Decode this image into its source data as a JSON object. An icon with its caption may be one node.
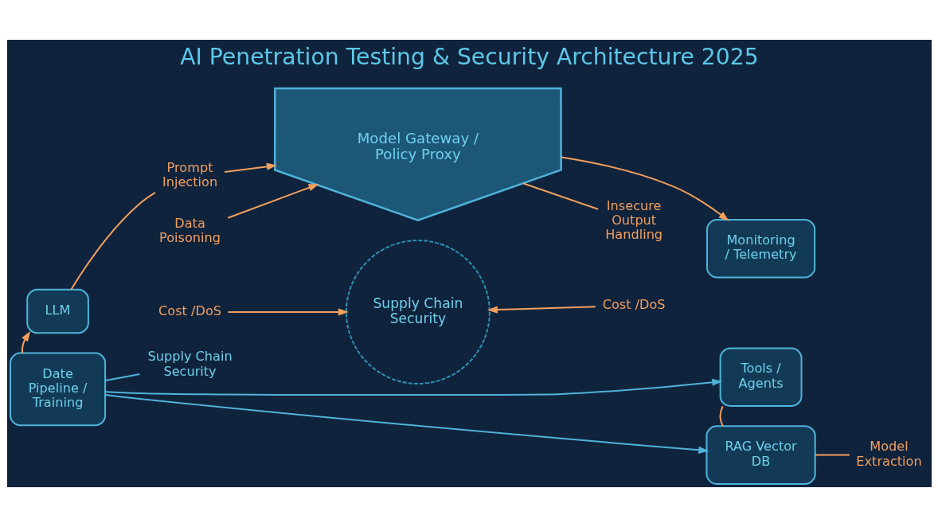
{
  "diagram": {
    "title": "AI Penetration Testing & Security Architecture 2025",
    "nodes": [
      {
        "text": [
          "LLM"
        ]
      },
      {
        "text": [
          "Prompt Injection"
        ]
      },
      {
        "text": [
          "Model Gateway / Policy Proxy"
        ]
      },
      {
        "text": [
          "Monitoring / Telemetry"
        ]
      },
      {
        "text": [
          "Data Poisoning"
        ]
      },
      {
        "text": [
          "Insecure Output Handling"
        ]
      },
      {
        "text": [
          "Tools / Agents"
        ]
      },
      {
        "text": [
          "Date Pipeline / Training"
        ]
      },
      {
        "text": [
          "Supply Chain Security"
        ]
      },
      {
        "text": [
          "Cost /DoS"
        ]
      },
      {
        "text": [
          "Supply Chain Security"
        ]
      },
      {
        "text": [
          "Cost /DoS"
        ]
      },
      {
        "text": [
          "RAG Vector DB"
        ]
      },
      {
        "text": [
          "Model Extraction"
        ]
      }
    ],
    "edges": [
      {
        "from": 7,
        "to": 0,
        "arrow": "to"
      },
      {
        "from": 0,
        "to": 1,
        "arrow": "none"
      },
      {
        "from": 1,
        "to": 2,
        "arrow": "to"
      },
      {
        "from": 2,
        "to": 3,
        "arrow": "to"
      },
      {
        "from": 4,
        "to": 2,
        "arrow": "to"
      },
      {
        "from": 2,
        "to": 5,
        "arrow": "none"
      },
      {
        "from": 7,
        "to": 6,
        "arrow": "to",
        "color": "#4fb3d9"
      },
      {
        "from": 7,
        "to": 12,
        "arrow": "to",
        "color": "#4fb3d9"
      },
      {
        "from": 6,
        "to": 12,
        "arrow": "none"
      },
      {
        "from": 12,
        "to": 13,
        "arrow": "none"
      },
      {
        "from": 7,
        "to": 8,
        "arrow": "none",
        "color": "#4fb3d9"
      },
      {
        "from": 9,
        "to": 10,
        "arrow": "to"
      },
      {
        "from": 11,
        "to": 10,
        "arrow": "to"
      }
    ]
  }
}
